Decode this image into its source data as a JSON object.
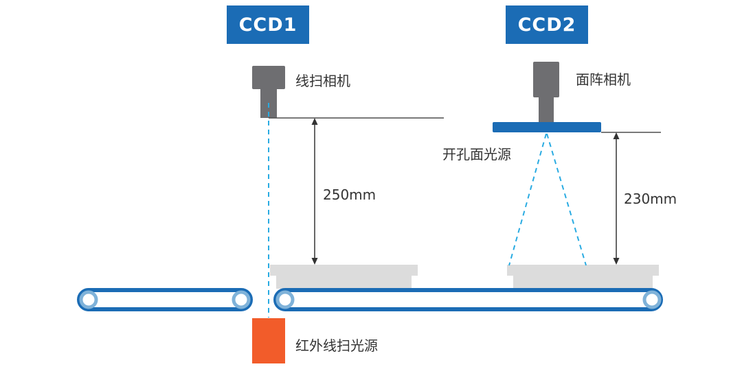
{
  "colors": {
    "blue": "#1b6cb5",
    "light_blue": "#29abe2",
    "roller_blue": "#7fb2d9",
    "orange": "#f25c2a",
    "camera_gray": "#6e6e71",
    "product_gray": "#dcdcdc",
    "line_dark": "#4d4d4d",
    "text": "#333333"
  },
  "ccd1": {
    "title": "CCD1",
    "camera_label": "线扫相机",
    "distance_label": "250mm",
    "light_source_label": "红外线扫光源"
  },
  "ccd2": {
    "title": "CCD2",
    "camera_label": "面阵相机",
    "panel_light_label": "开孔面光源",
    "distance_label": "230mm"
  }
}
